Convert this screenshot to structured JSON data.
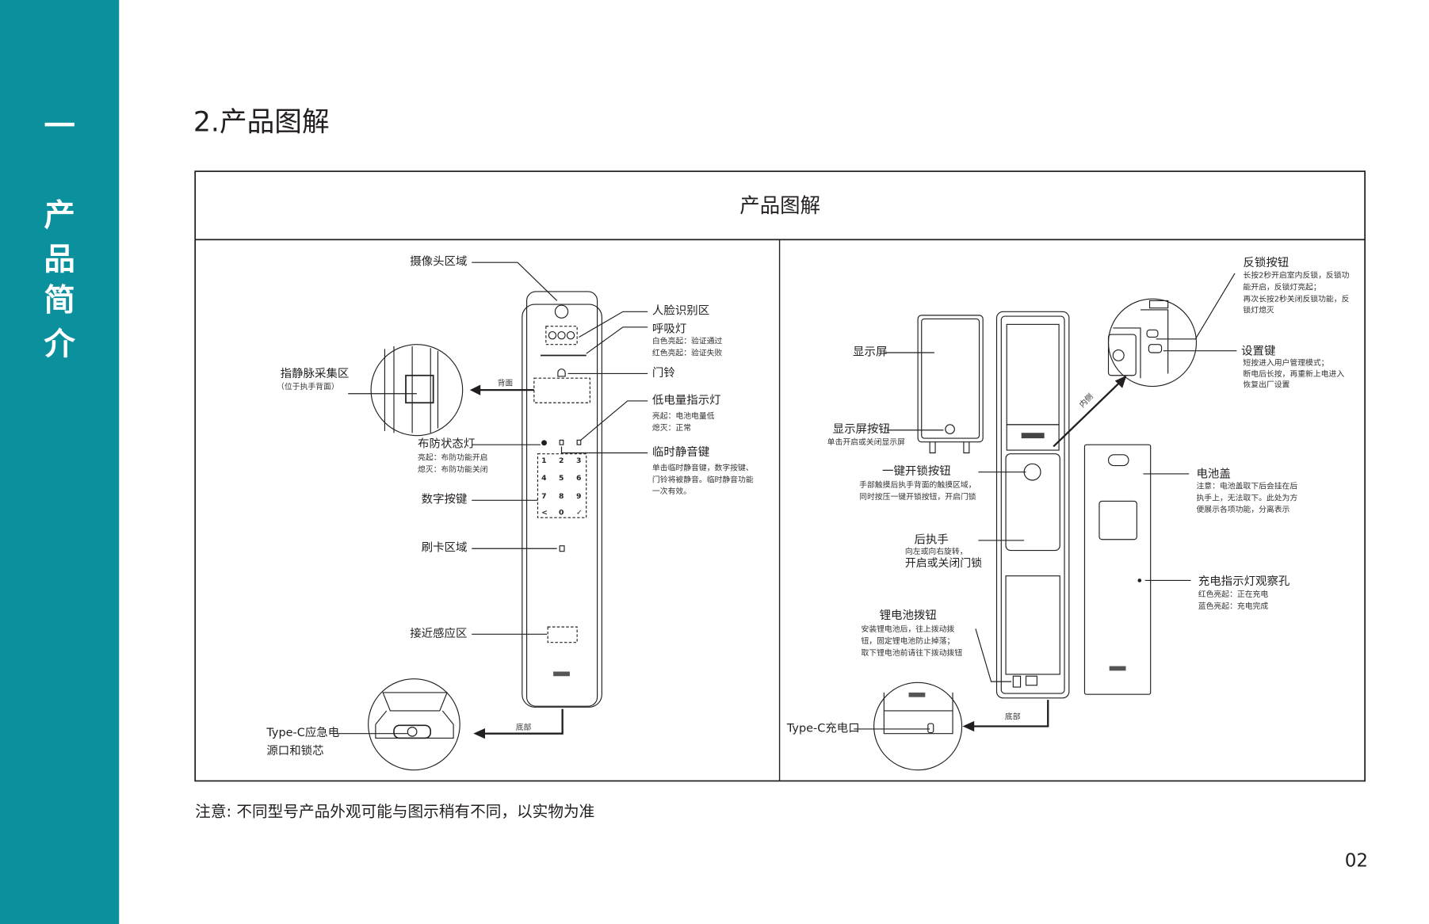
{
  "sidebar": {
    "chapter_number": "一",
    "chapter_title_chars": [
      "产",
      "品",
      "简",
      "介"
    ],
    "color": "#0b909d"
  },
  "page_title": "2.产品图解",
  "diagram_box": {
    "header": "产品图解",
    "front_view": {
      "camera": "摄像头区域",
      "face_recognition": "人脸识别区",
      "breathing_light": {
        "label": "呼吸灯",
        "notes": [
          "白色亮起：验证通过",
          "红色亮起：验证失败"
        ]
      },
      "doorbell": "门铃",
      "low_battery": {
        "label": "低电量指示灯",
        "notes": [
          "亮起：电池电量低",
          "熄灭：正常"
        ]
      },
      "arming_light": {
        "label": "布防状态灯",
        "notes": [
          "亮起：布防功能开启",
          "熄灭：布防功能关闭"
        ]
      },
      "mute_key": {
        "label": "临时静音键",
        "notes": [
          "单击临时静音键，数字按键、",
          "门铃将被静音。临时静音功能",
          "一次有效。"
        ]
      },
      "keypad": {
        "label": "数字按键",
        "keys": [
          "1",
          "2",
          "3",
          "4",
          "5",
          "6",
          "7",
          "8",
          "9",
          "<",
          "0",
          "✓"
        ]
      },
      "card_area": "刷卡区域",
      "proximity": "接近感应区",
      "finger_vein": {
        "label": "指静脉采集区",
        "note": "（位于执手背面）"
      },
      "back_arrow": "背面",
      "bottom_arrow": "底部",
      "typec": {
        "line1": "Type-C应急电",
        "line2": "源口和锁芯"
      }
    },
    "back_view": {
      "display": "显示屏",
      "display_button": {
        "label": "显示屏按钮",
        "note": "单击开启或关闭显示屏"
      },
      "one_key_unlock": {
        "label": "一键开锁按钮",
        "notes": [
          "手部触摸后执手背面的触摸区域，",
          "同时按压一键开锁按钮，开启门锁"
        ]
      },
      "rear_handle": {
        "label": "后执手",
        "notes": [
          "向左或向右旋转，",
          "开启或关闭门锁"
        ]
      },
      "battery_switch": {
        "label": "锂电池拨钮",
        "notes": [
          "安装锂电池后，往上拨动拨",
          "钮，固定锂电池防止掉落；",
          "取下锂电池前请往下拨动拨钮"
        ]
      },
      "inner_arrow": "内侧",
      "anti_lock": {
        "label": "反锁按钮",
        "notes": [
          "长按2秒开启室内反锁，反锁功",
          "能开启，反锁灯亮起；",
          "再次长按2秒关闭反锁功能，反",
          "锁灯熄灭"
        ]
      },
      "settings": {
        "label": "设置键",
        "notes": [
          "短按进入用户管理模式；",
          "断电后长按，再重新上电进入",
          "恢复出厂设置"
        ]
      },
      "battery_cover": {
        "label": "电池盖",
        "notes": [
          "注意：电池盖取下后会挂在后",
          "执手上，无法取下。此处为方",
          "便展示各项功能，分离表示"
        ]
      },
      "charge_hole": {
        "label": "充电指示灯观察孔",
        "notes": [
          "红色亮起：正在充电",
          "蓝色亮起：充电完成"
        ]
      },
      "typec": "Type-C充电口",
      "bottom_arrow": "底部"
    }
  },
  "footnote": "注意: 不同型号产品外观可能与图示稍有不同，以实物为准",
  "page_number": "02"
}
